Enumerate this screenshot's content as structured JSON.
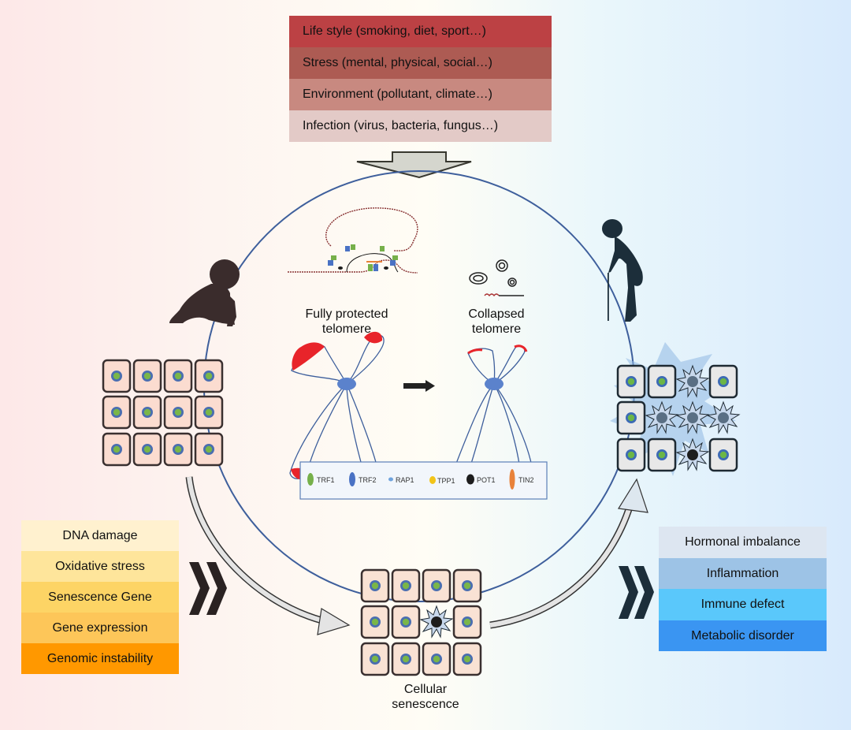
{
  "risk_factors": {
    "items": [
      {
        "label": "Life style (smoking, diet, sport…)",
        "color": "#bc4144"
      },
      {
        "label": "Stress (mental, physical, social…)",
        "color": "#ad5b53"
      },
      {
        "label": "Environment (pollutant, climate…)",
        "color": "#c88980"
      },
      {
        "label": "Infection (virus, bacteria, fungus…)",
        "color": "#e3cac7"
      }
    ]
  },
  "telomere": {
    "protected_label_line1": "Fully protected",
    "protected_label_line2": "telomere",
    "collapsed_label_line1": "Collapsed",
    "collapsed_label_line2": "telomere",
    "legend": [
      {
        "label": "TRF1",
        "color": "#76b04a"
      },
      {
        "label": "TRF2",
        "color": "#4a72c4"
      },
      {
        "label": "RAP1",
        "color": "#6fa3dd"
      },
      {
        "label": "TPP1",
        "color": "#f2c418"
      },
      {
        "label": "POT1",
        "color": "#1d1d1d"
      },
      {
        "label": "TIN2",
        "color": "#e8823a"
      }
    ]
  },
  "molecular_causes": {
    "items": [
      {
        "label": "DNA damage",
        "color": "#fff1cf"
      },
      {
        "label": "Oxidative stress",
        "color": "#fee59b"
      },
      {
        "label": "Senescence Gene",
        "color": "#fdd465"
      },
      {
        "label": "Gene expression",
        "color": "#fdc659"
      },
      {
        "label": "Genomic instability",
        "color": "#ff9800"
      }
    ]
  },
  "senescence": {
    "label_line1": "Cellular",
    "label_line2": "senescence"
  },
  "consequences": {
    "items": [
      {
        "label": "Hormonal imbalance",
        "color": "#dde6f1"
      },
      {
        "label": "Inflammation",
        "color": "#9dc3e6"
      },
      {
        "label": "Immune defect",
        "color": "#5ac8fb"
      },
      {
        "label": "Metabolic disorder",
        "color": "#3a95f2"
      }
    ]
  },
  "colors": {
    "circle": "#3e5f9c",
    "cell_young": "#fbdcd0",
    "cell_old": "#e8e8e8",
    "nucleus_ring": "#4a6eb0",
    "nucleus_core": "#7ab648",
    "telomere_cap": "#e8242a"
  }
}
